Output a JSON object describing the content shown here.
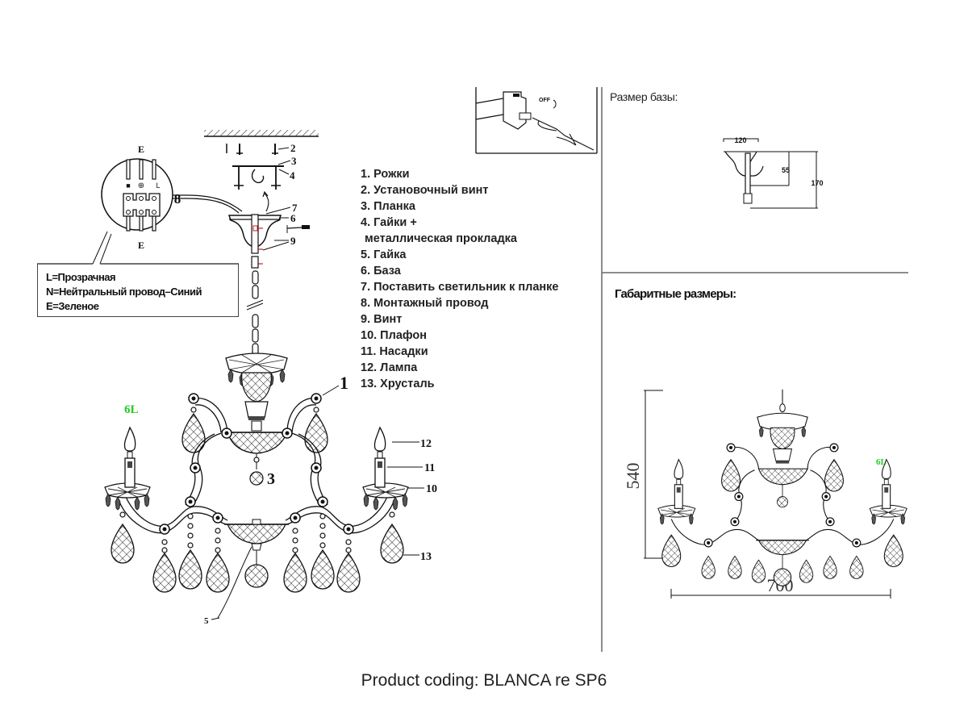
{
  "parts_legend": [
    "1. Рожки",
    "2. Установочный винт",
    "3. Планка",
    "4. Гайки +",
    "металлическая прокладка",
    "5. Гайка",
    "6. База",
    "7. Поставить светильник к планке",
    "8. Монтажный провод",
    "9. Винт",
    "10. Плафон",
    "11. Насадки",
    "12. Лампа",
    "13. Хрусталь"
  ],
  "wiring": {
    "lines": [
      "L=Прозрачная",
      "N=Нейтральный провод–Синий",
      "E=Зеленое"
    ],
    "terminal_labels": {
      "top": "E",
      "bottom": "E",
      "n": "■",
      "earth": "⊕",
      "l": "L",
      "callout": "8"
    }
  },
  "callouts": {
    "ceiling": [
      "2",
      "3",
      "4"
    ],
    "base": [
      "7",
      "6",
      "9"
    ],
    "chandelier": [
      "1",
      "3",
      "12",
      "11",
      "10",
      "13",
      "5"
    ],
    "lamp_count": "6L"
  },
  "switch_panel": {
    "off_label": "OFF"
  },
  "base_size": {
    "title": "Размер базы:",
    "width": "120",
    "inner_height": "55",
    "total_height": "170"
  },
  "overall_dimensions": {
    "title": "Габаритные размеры:",
    "height": "540",
    "width": "700",
    "lamp_count": "6L"
  },
  "footer": {
    "product_coding": "Product coding: BLANCA re SP6"
  },
  "colors": {
    "line": "#111111",
    "divider": "#666666",
    "accent_green": "#22cc22",
    "screw_red": "#cc2222"
  }
}
